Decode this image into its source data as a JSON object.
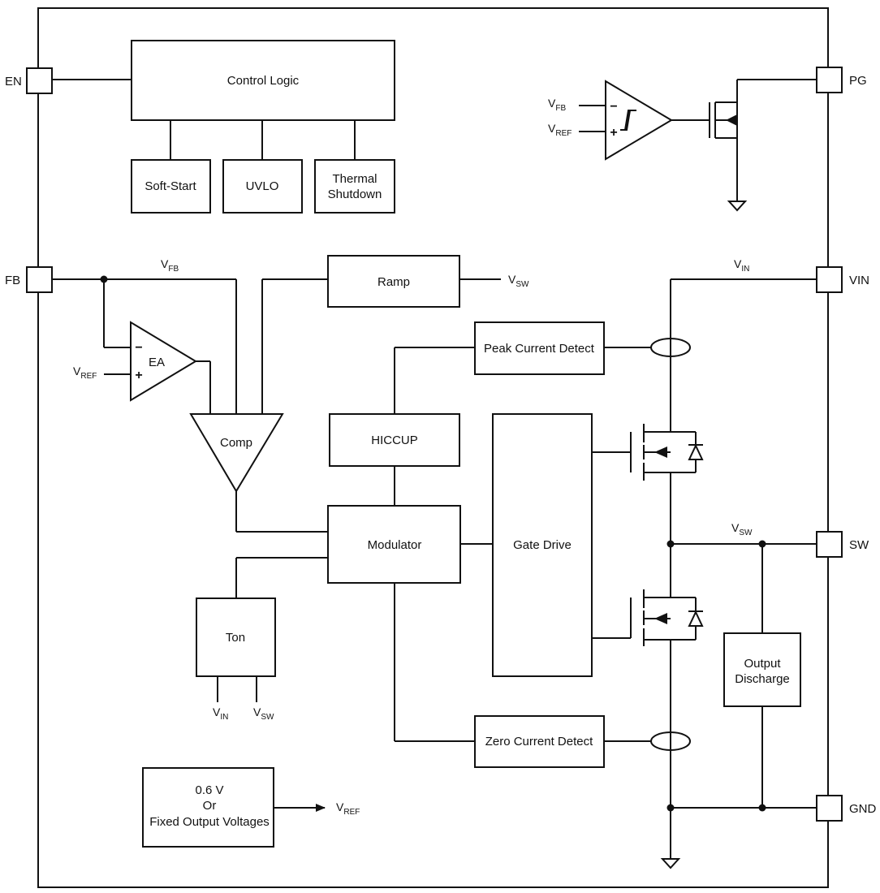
{
  "pins": {
    "en": "EN",
    "fb": "FB",
    "pg": "PG",
    "vin": "VIN",
    "sw": "SW",
    "gnd": "GND"
  },
  "blocks": {
    "control_logic": "Control Logic",
    "soft_start": "Soft-Start",
    "uvlo": "UVLO",
    "thermal_line1": "Thermal",
    "thermal_line2": "Shutdown",
    "ramp": "Ramp",
    "peak_current_detect": "Peak Current Detect",
    "hiccup": "HICCUP",
    "modulator": "Modulator",
    "gate_drive": "Gate Drive",
    "ton": "Ton",
    "zero_current_detect": "Zero Current Detect",
    "output_discharge_line1": "Output",
    "output_discharge_line2": "Discharge",
    "vref_line1": "0.6 V",
    "vref_line2": "Or",
    "vref_line3": "Fixed Output Voltages"
  },
  "amplifiers": {
    "ea": "EA",
    "comp": "Comp",
    "minus": "−",
    "plus": "+"
  },
  "signals": {
    "v": "V",
    "fb": "FB",
    "ref": "REF",
    "sw": "SW",
    "in": "IN"
  }
}
